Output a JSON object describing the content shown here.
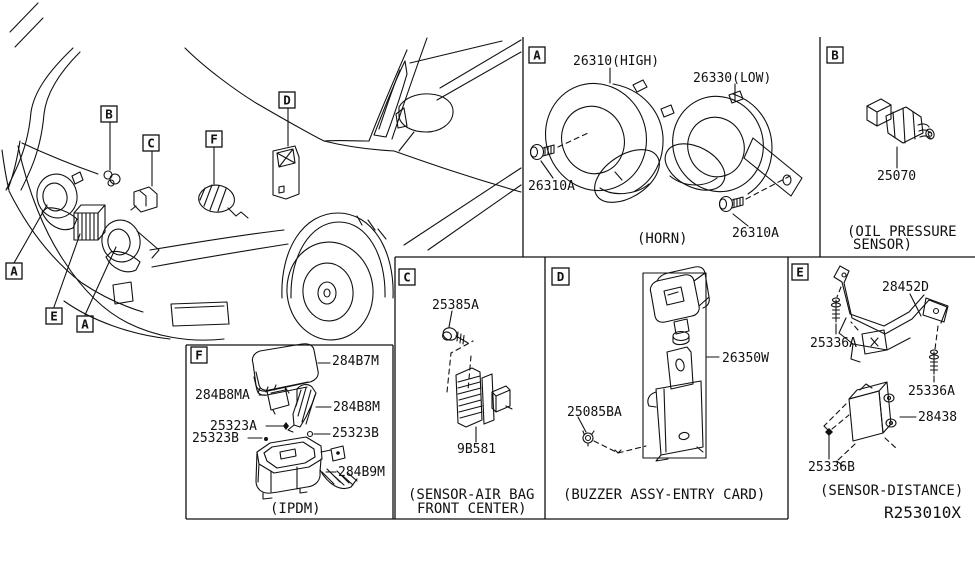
{
  "figure": {
    "ref_code": "R253010X",
    "panels": {
      "horn": {
        "letter": "A",
        "caption": "(HORN)",
        "high": "26310(HIGH)",
        "low": "26330(LOW)",
        "bolt": "26310A"
      },
      "oil_pressure": {
        "letter": "B",
        "caption_line1": "(OIL PRESSURE",
        "caption_line2": "SENSOR)",
        "sensor": "25070"
      },
      "airbag": {
        "letter": "C",
        "caption_line1": "(SENSOR-AIR BAG",
        "caption_line2": "FRONT CENTER)",
        "bolt": "25385A",
        "sensor": "9B581"
      },
      "buzzer": {
        "letter": "D",
        "caption": "(BUZZER ASSY-ENTRY CARD)",
        "unit": "26350W",
        "nut": "25085BA"
      },
      "distance": {
        "letter": "E",
        "caption": "(SENSOR-DISTANCE)",
        "bracket": "28452D",
        "bolt_a": "25336A",
        "sensor": "28438",
        "bolt_b": "25336B"
      },
      "ipdm": {
        "letter": "F",
        "caption": "(IPDM)",
        "cover": "284B7M",
        "bracket_a": "284B8MA",
        "bracket_b": "284B8M",
        "screw_a": "25323A",
        "screw_b": "25323B",
        "housing": "284B9M"
      }
    }
  }
}
